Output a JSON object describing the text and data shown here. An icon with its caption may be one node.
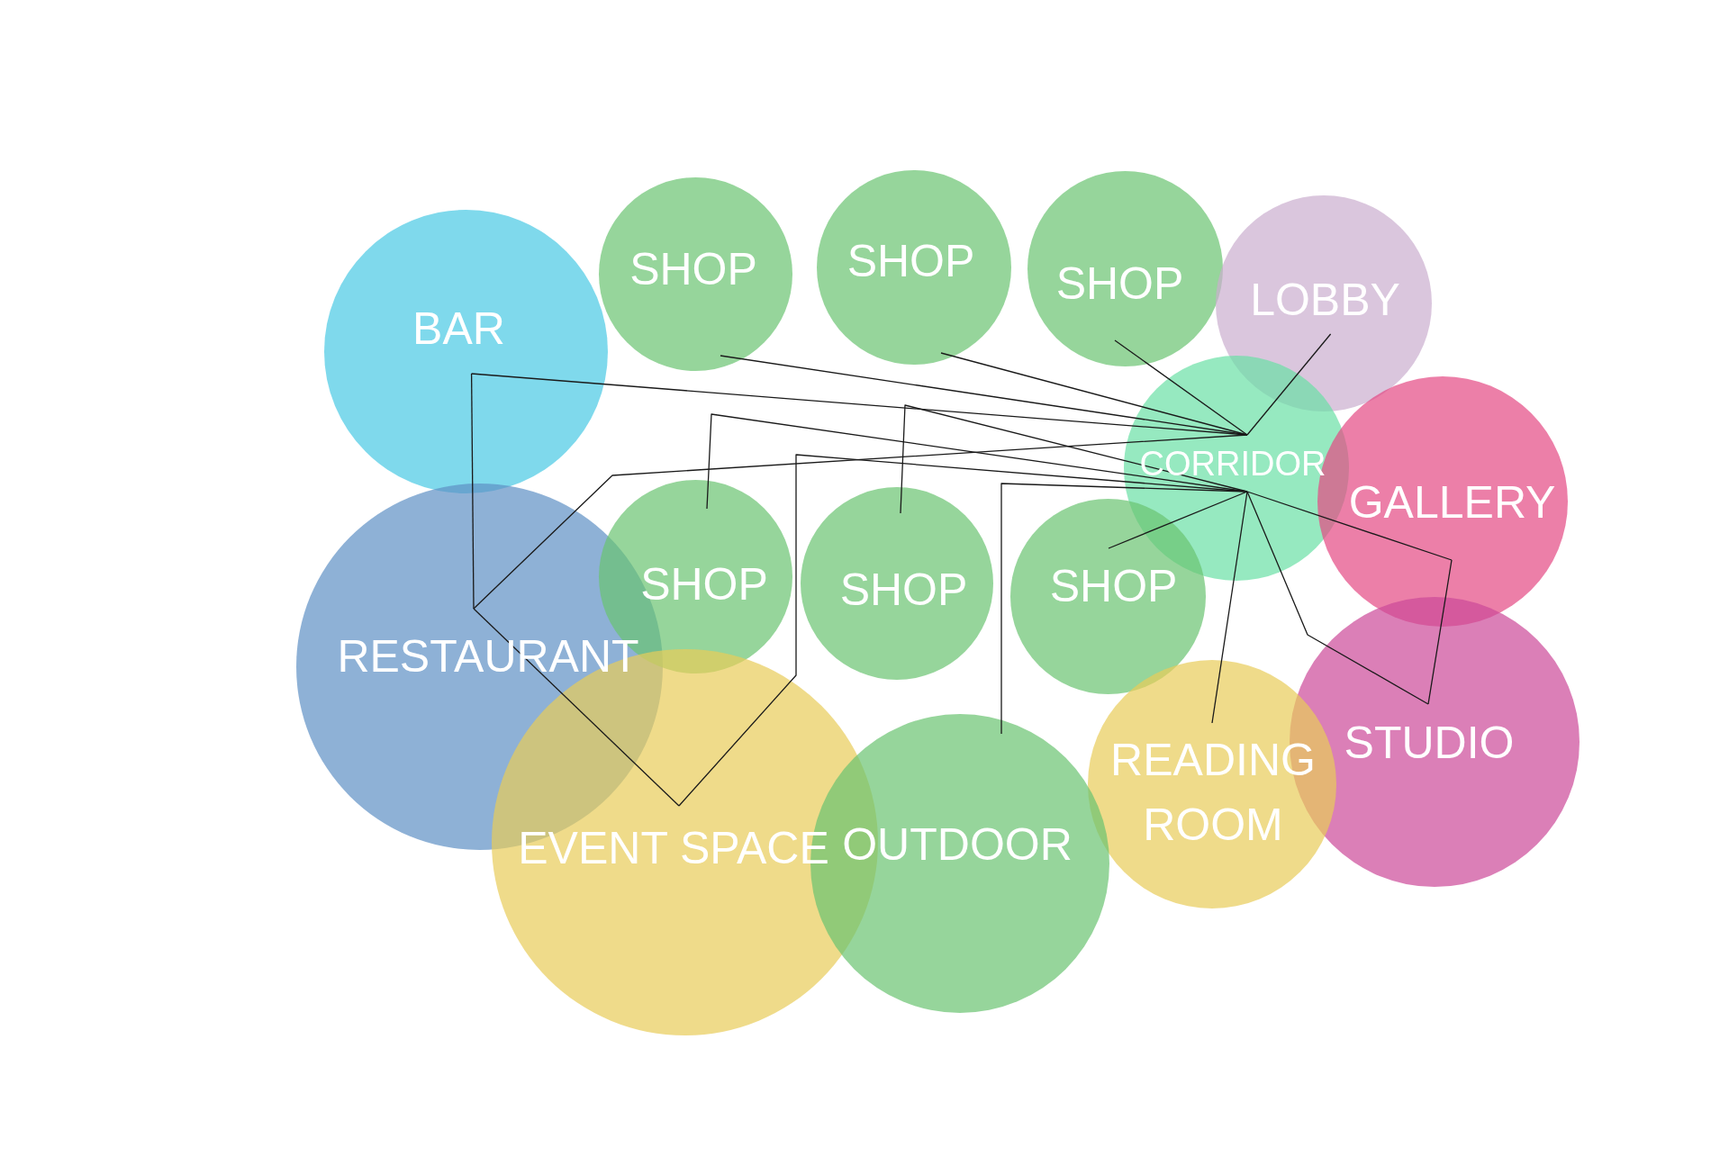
{
  "diagram": {
    "nodes": [
      {
        "text": [
          "BAR"
        ]
      },
      {
        "text": [
          "SHOP"
        ]
      },
      {
        "text": [
          "SHOP"
        ]
      },
      {
        "text": [
          "SHOP"
        ]
      },
      {
        "text": [
          "LOBBY"
        ]
      },
      {
        "text": [
          "CORRIDOR"
        ]
      },
      {
        "text": [
          "GALLERY"
        ]
      },
      {
        "text": [
          "RESTAURANT"
        ]
      },
      {
        "text": [
          "SHOP"
        ]
      },
      {
        "text": [
          "SHOP"
        ]
      },
      {
        "text": [
          "SHOP"
        ]
      },
      {
        "text": [
          "STUDIO"
        ]
      },
      {
        "text": [
          "READING ROOM"
        ]
      },
      {
        "text": [
          "EVENT SPACE"
        ]
      },
      {
        "text": [
          "OUTDOOR"
        ]
      }
    ],
    "edges": [
      {
        "from": 1,
        "to": 5,
        "arrow": "none"
      },
      {
        "from": 2,
        "to": 5,
        "arrow": "none"
      },
      {
        "from": 3,
        "to": 5,
        "arrow": "none"
      },
      {
        "from": 4,
        "to": 5,
        "arrow": "none"
      },
      {
        "from": 0,
        "to": 5,
        "arrow": "none"
      },
      {
        "from": 0,
        "to": 7,
        "arrow": "none"
      },
      {
        "from": 7,
        "to": 5,
        "arrow": "none"
      },
      {
        "from": 7,
        "to": 13,
        "arrow": "none"
      },
      {
        "from": 13,
        "to": 5,
        "arrow": "none"
      },
      {
        "from": 8,
        "to": 5,
        "arrow": "none"
      },
      {
        "from": 9,
        "to": 5,
        "arrow": "none"
      },
      {
        "from": 10,
        "to": 5,
        "arrow": "none"
      },
      {
        "from": 14,
        "to": 5,
        "arrow": "none"
      },
      {
        "from": 12,
        "to": 5,
        "arrow": "none"
      },
      {
        "from": 11,
        "to": 5,
        "arrow": "none"
      },
      {
        "from": 6,
        "to": 5,
        "arrow": "none"
      },
      {
        "from": 6,
        "to": 11,
        "arrow": "none"
      }
    ]
  }
}
